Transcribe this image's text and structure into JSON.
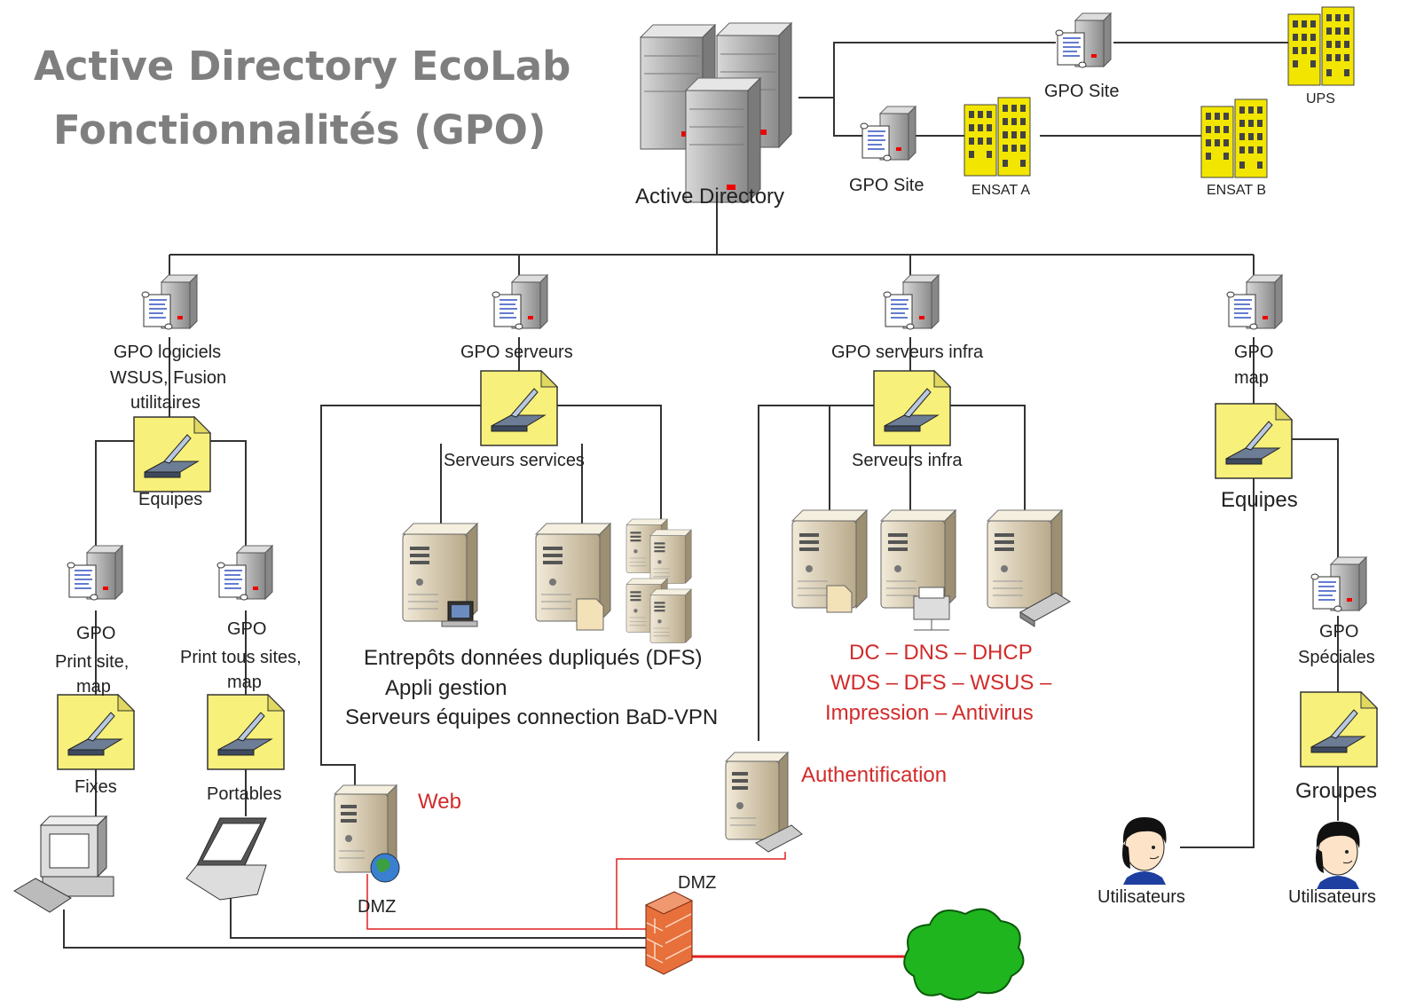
{
  "title": {
    "line1": "Active Directory EcoLab",
    "line2": "Fonctionnalités (GPO)"
  },
  "nodes": {
    "active_directory": "Active Directory",
    "gpo_site_1": "GPO Site",
    "gpo_site_2": "GPO Site",
    "ups": "UPS",
    "ensat_a": "ENSAT A",
    "ensat_b": "ENSAT B",
    "gpo_logiciels": [
      "GPO logiciels",
      "WSUS, Fusion",
      "utilitaires"
    ],
    "equipes_left": "Equipes",
    "gpo_print_site": [
      "GPO",
      "Print site,",
      "map"
    ],
    "gpo_print_tous": [
      "GPO",
      "Print tous sites,",
      "map"
    ],
    "fixes": "Fixes",
    "portables": "Portables",
    "gpo_serveurs": "GPO serveurs",
    "serveurs_services": "Serveurs services",
    "services_desc": [
      "Entrepôts données dupliqués (DFS)",
      "Appli gestion",
      "Serveurs équipes connection BaD-VPN"
    ],
    "gpo_serveurs_infra": "GPO serveurs infra",
    "serveurs_infra": "Serveurs infra",
    "infra_desc": [
      "DC – DNS – DHCP",
      "WDS – DFS – WSUS –",
      "Impression – Antivirus"
    ],
    "gpo_map": [
      "GPO",
      "map"
    ],
    "equipes_right": "Equipes",
    "gpo_speciales": [
      "GPO",
      "Spéciales"
    ],
    "groupes": "Groupes",
    "utilisateurs_1": "Utilisateurs",
    "utilisateurs_2": "Utilisateurs",
    "web": "Web",
    "dmz_1": "DMZ",
    "dmz_2": "DMZ",
    "authentification": "Authentification"
  },
  "colors": {
    "title": "#7f7f7f",
    "line": "#333333",
    "red_link": "#e02020",
    "red_text": "#d22b2b",
    "folder": "#f7f07a",
    "building": "#f2e600",
    "cloud": "#1fb51f",
    "firewall": "#e8703a"
  }
}
